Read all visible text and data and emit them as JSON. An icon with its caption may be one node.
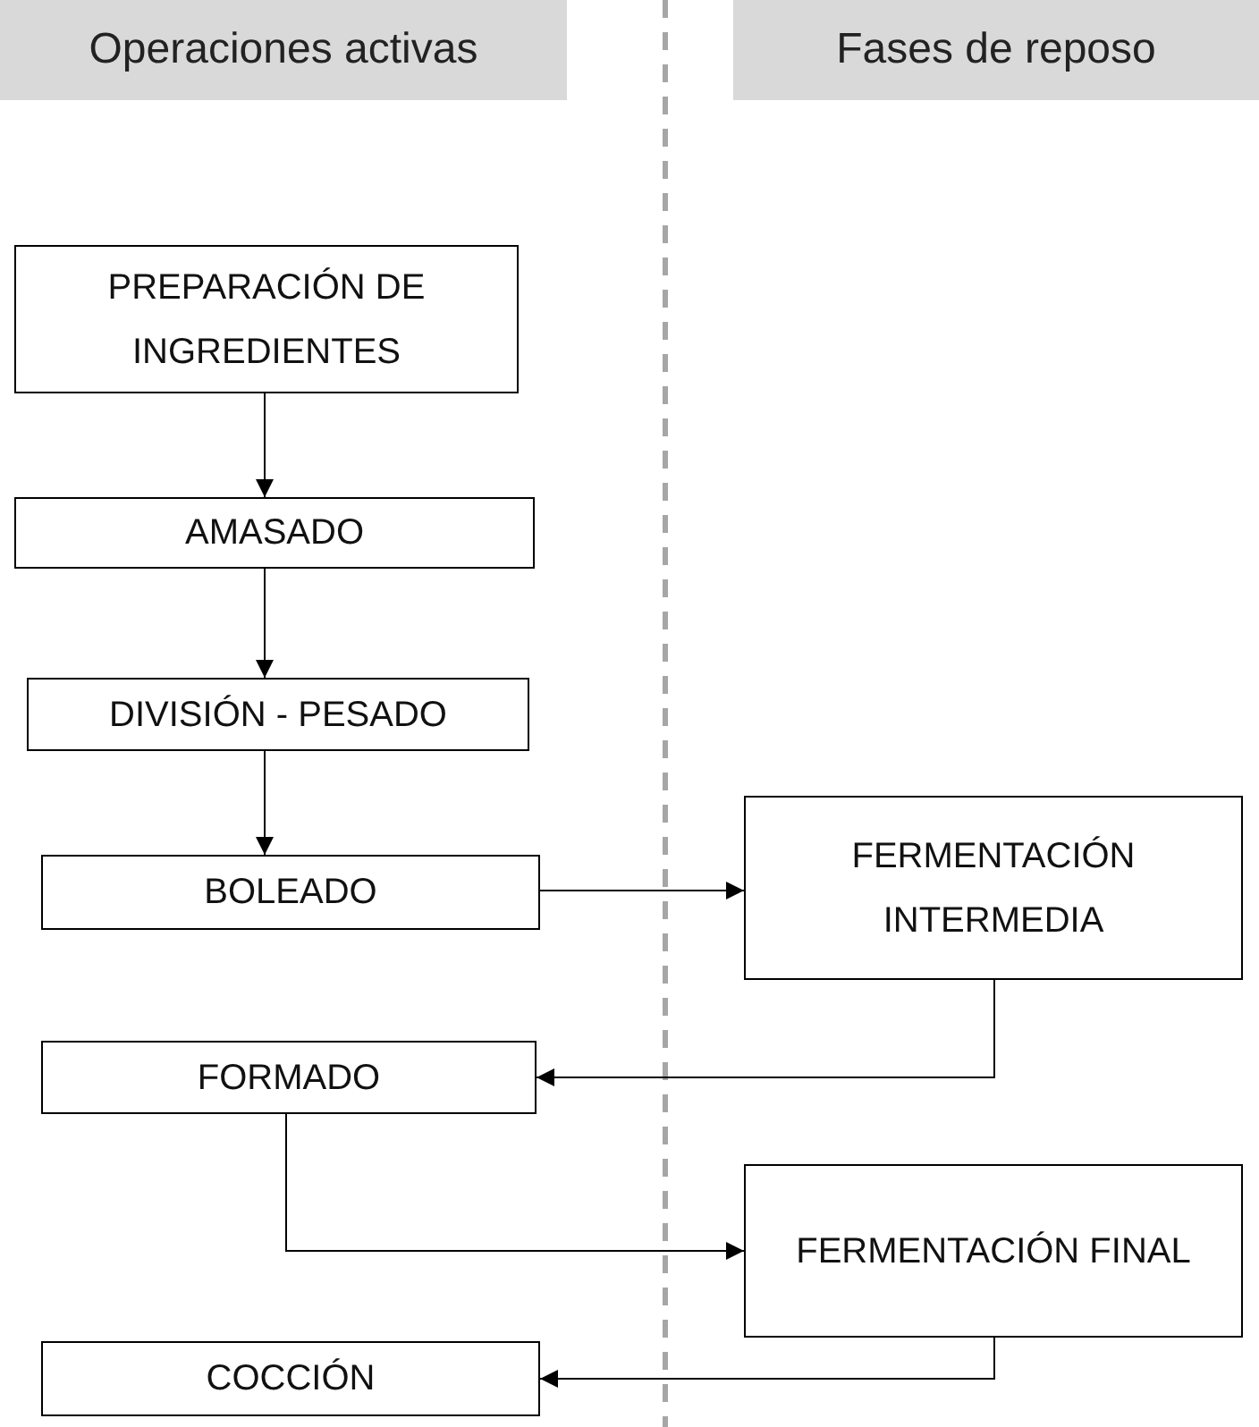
{
  "diagram": {
    "nodes": [
      {
        "text": [
          "Operaciones activas"
        ]
      },
      {
        "text": [
          "Fases de reposo"
        ]
      },
      {
        "text": [
          "PREPARACIÓN DE INGREDIENTES"
        ]
      },
      {
        "text": [
          "AMASADO"
        ]
      },
      {
        "text": [
          "DIVISIÓN - PESADO"
        ]
      },
      {
        "text": [
          "BOLEADO"
        ]
      },
      {
        "text": [
          "FERMENTACIÓN INTERMEDIA"
        ]
      },
      {
        "text": [
          "FORMADO"
        ]
      },
      {
        "text": [
          "FERMENTACIÓN FINAL"
        ]
      },
      {
        "text": [
          "COCCIÓN"
        ]
      }
    ],
    "edges": [
      {
        "from": 2,
        "to": 3,
        "arrow": "to"
      },
      {
        "from": 3,
        "to": 4,
        "arrow": "to"
      },
      {
        "from": 4,
        "to": 5,
        "arrow": "to"
      },
      {
        "from": 5,
        "to": 6,
        "arrow": "to"
      },
      {
        "from": 6,
        "to": 7,
        "arrow": "to"
      },
      {
        "from": 7,
        "to": 8,
        "arrow": "to"
      },
      {
        "from": 8,
        "to": 9,
        "arrow": "to"
      }
    ]
  }
}
